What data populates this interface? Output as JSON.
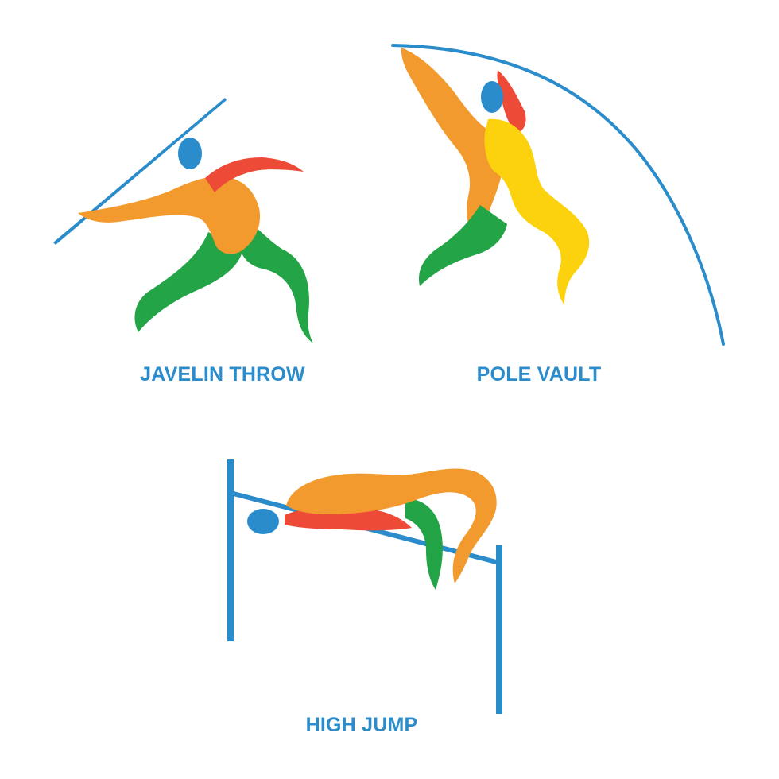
{
  "colors": {
    "blue": "#2b8ccb",
    "orange": "#f29a2e",
    "red": "#ee4a38",
    "green": "#22a447",
    "yellow": "#fcd20f",
    "caption": "#2b8ccb"
  },
  "icons": [
    {
      "name": "javelin-throw-icon",
      "caption": "JAVELIN THROW"
    },
    {
      "name": "pole-vault-icon",
      "caption": "POLE VAULT"
    },
    {
      "name": "high-jump-icon",
      "caption": "HIGH JUMP"
    }
  ]
}
